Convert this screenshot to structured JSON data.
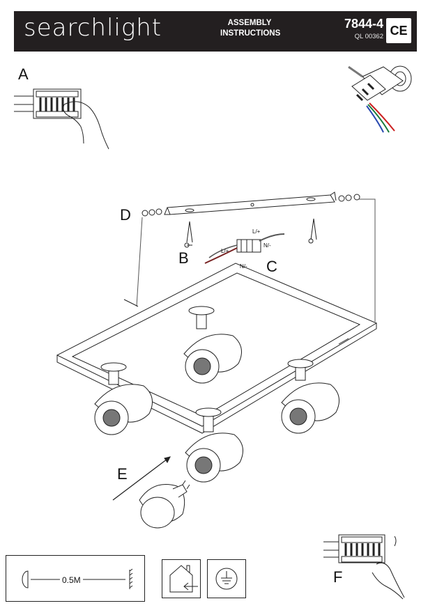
{
  "header": {
    "brand": "searchlight",
    "title_line1": "ASSEMBLY",
    "title_line2": "INSTRUCTIONS",
    "model": "7844-4",
    "code": "QL 00362",
    "mark": "CE"
  },
  "steps": {
    "a": "A",
    "b": "B",
    "c": "C",
    "d": "D",
    "e": "E",
    "f": "F"
  },
  "wiring": {
    "live_1": "L/+",
    "neutral_1": "N/-",
    "live_2": "L/+",
    "neutral_2": "N/-"
  },
  "footer": {
    "distance": "0.5M",
    "icons": [
      "distance-to-object-icon",
      "indoor-use-icon",
      "earth-ground-icon"
    ]
  }
}
